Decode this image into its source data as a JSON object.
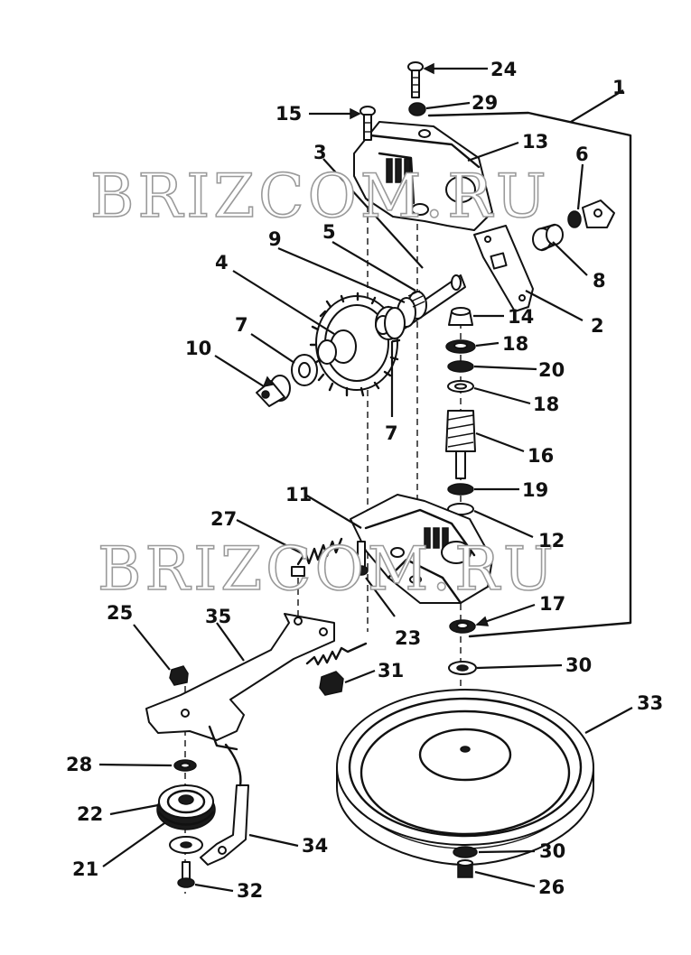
{
  "watermark": "BRIZCOM.RU",
  "labels": [
    {
      "id": "l24",
      "text": "24"
    },
    {
      "id": "l29",
      "text": "29"
    },
    {
      "id": "l1",
      "text": "1"
    },
    {
      "id": "l15",
      "text": "15"
    },
    {
      "id": "l13",
      "text": "13"
    },
    {
      "id": "l3",
      "text": "3"
    },
    {
      "id": "l6",
      "text": "6"
    },
    {
      "id": "l9",
      "text": "9"
    },
    {
      "id": "l5",
      "text": "5"
    },
    {
      "id": "l4",
      "text": "4"
    },
    {
      "id": "l8",
      "text": "8"
    },
    {
      "id": "l2",
      "text": "2"
    },
    {
      "id": "l14",
      "text": "14"
    },
    {
      "id": "l7a",
      "text": "7"
    },
    {
      "id": "l18a",
      "text": "18"
    },
    {
      "id": "l10",
      "text": "10"
    },
    {
      "id": "l20",
      "text": "20"
    },
    {
      "id": "l18b",
      "text": "18"
    },
    {
      "id": "l7b",
      "text": "7"
    },
    {
      "id": "l16",
      "text": "16"
    },
    {
      "id": "l19",
      "text": "19"
    },
    {
      "id": "l11",
      "text": "11"
    },
    {
      "id": "l27",
      "text": "27"
    },
    {
      "id": "l12",
      "text": "12"
    },
    {
      "id": "l17",
      "text": "17"
    },
    {
      "id": "l25",
      "text": "25"
    },
    {
      "id": "l35",
      "text": "35"
    },
    {
      "id": "l23",
      "text": "23"
    },
    {
      "id": "l31",
      "text": "31"
    },
    {
      "id": "l30a",
      "text": "30"
    },
    {
      "id": "l33",
      "text": "33"
    },
    {
      "id": "l28",
      "text": "28"
    },
    {
      "id": "l22",
      "text": "22"
    },
    {
      "id": "l34",
      "text": "34"
    },
    {
      "id": "l30b",
      "text": "30"
    },
    {
      "id": "l21",
      "text": "21"
    },
    {
      "id": "l26",
      "text": "26"
    },
    {
      "id": "l32",
      "text": "32"
    }
  ]
}
